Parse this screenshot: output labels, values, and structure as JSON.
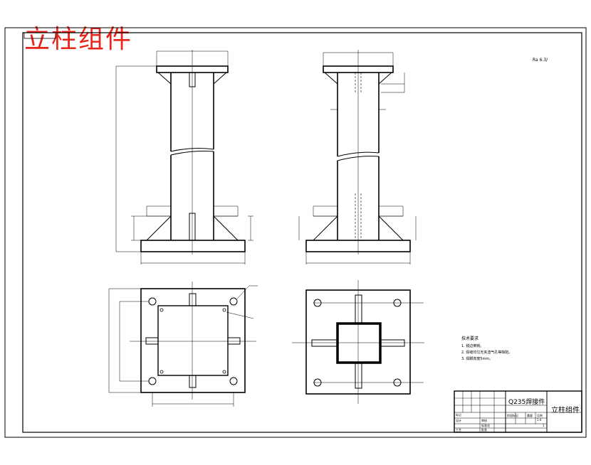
{
  "drawing": {
    "title": "立柱组件",
    "roughness_note": "Ra 6.3/",
    "tech_requirements": {
      "heading": "技术要求",
      "items": [
        "1. 锐边倒钝。",
        "2. 焊缝均匀无夹渣气孔等缺陷。",
        "3. 焊脚高度5mm。"
      ]
    },
    "title_block": {
      "material": "Q235焊接件",
      "name": "立柱组件",
      "scale": "1:4",
      "sheet": "1",
      "labels": [
        "标记",
        "设计",
        "审核",
        "工艺",
        "标准化",
        "批准",
        "阶段标记",
        "重量",
        "比例"
      ]
    },
    "colors": {
      "title_red": "#e8231a",
      "line": "#000000"
    }
  }
}
